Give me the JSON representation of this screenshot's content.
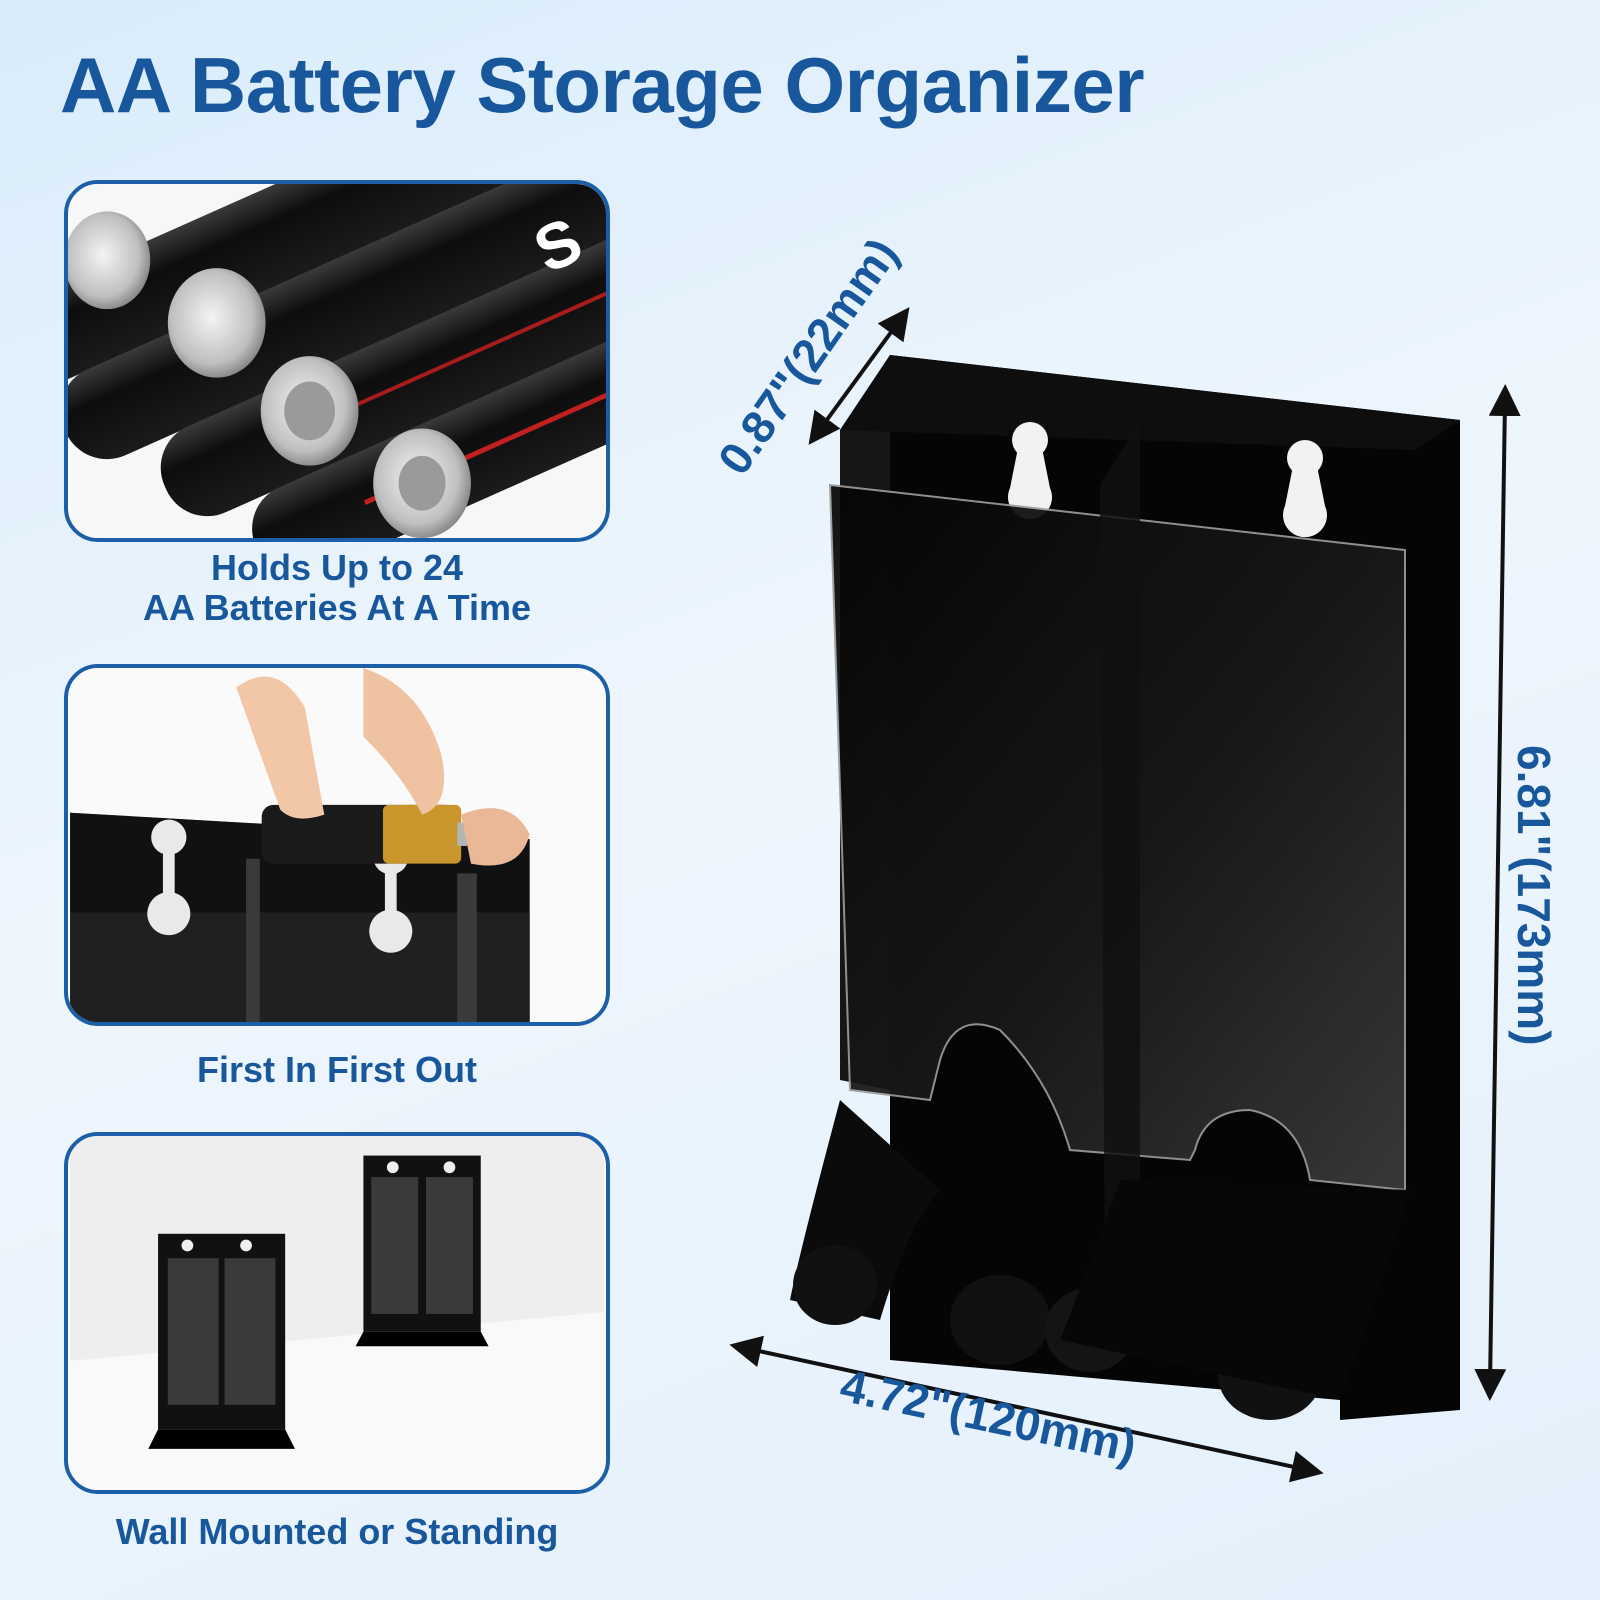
{
  "title": "AA Battery Storage Organizer",
  "features": [
    {
      "caption_lines": [
        "Holds Up to 24",
        "AA Batteries At A Time"
      ]
    },
    {
      "caption_lines": [
        "First In First Out"
      ]
    },
    {
      "caption_lines": [
        "Wall Mounted or Standing"
      ]
    }
  ],
  "dimensions": {
    "depth": "0.87\"(22mm)",
    "height": "6.81\"(173mm)",
    "width": "4.72\"(120mm)"
  },
  "colors": {
    "accent": "#18579c",
    "panel_border": "#1c5fa8",
    "product": "#0c0c0c"
  }
}
